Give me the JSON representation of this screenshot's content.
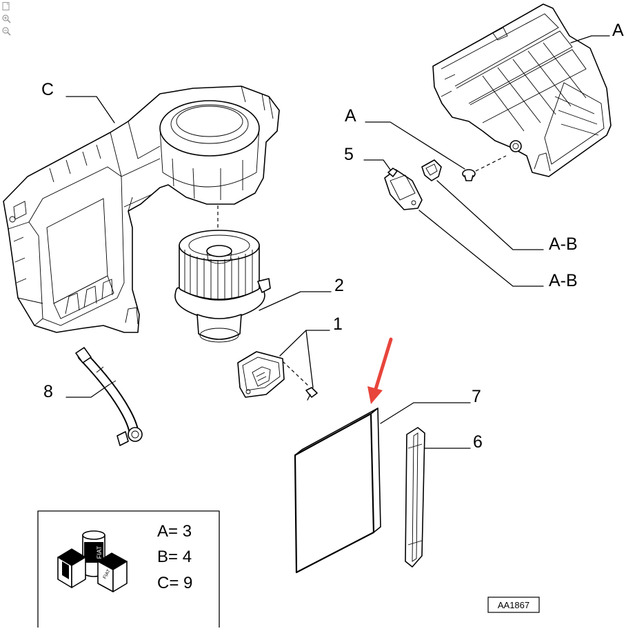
{
  "toolbar": {
    "icons": [
      "fit-page-icon",
      "zoom-in-icon",
      "zoom-out-icon"
    ]
  },
  "callouts": {
    "a_top": "A",
    "c": "C",
    "a_mid": "A",
    "p5": "5",
    "ab_upper": "A-B",
    "ab_lower": "A-B",
    "p2": "2",
    "p1": "1",
    "p8": "8",
    "p7": "7",
    "p6": "6"
  },
  "legend": {
    "row_a": "A= 3",
    "row_b": "B= 4",
    "row_c": "C= 9",
    "logo_text": "FIAT"
  },
  "drawing_code": "AA1867",
  "colors": {
    "line": "#000000",
    "highlight_arrow": "#e8453c",
    "background": "#ffffff"
  }
}
